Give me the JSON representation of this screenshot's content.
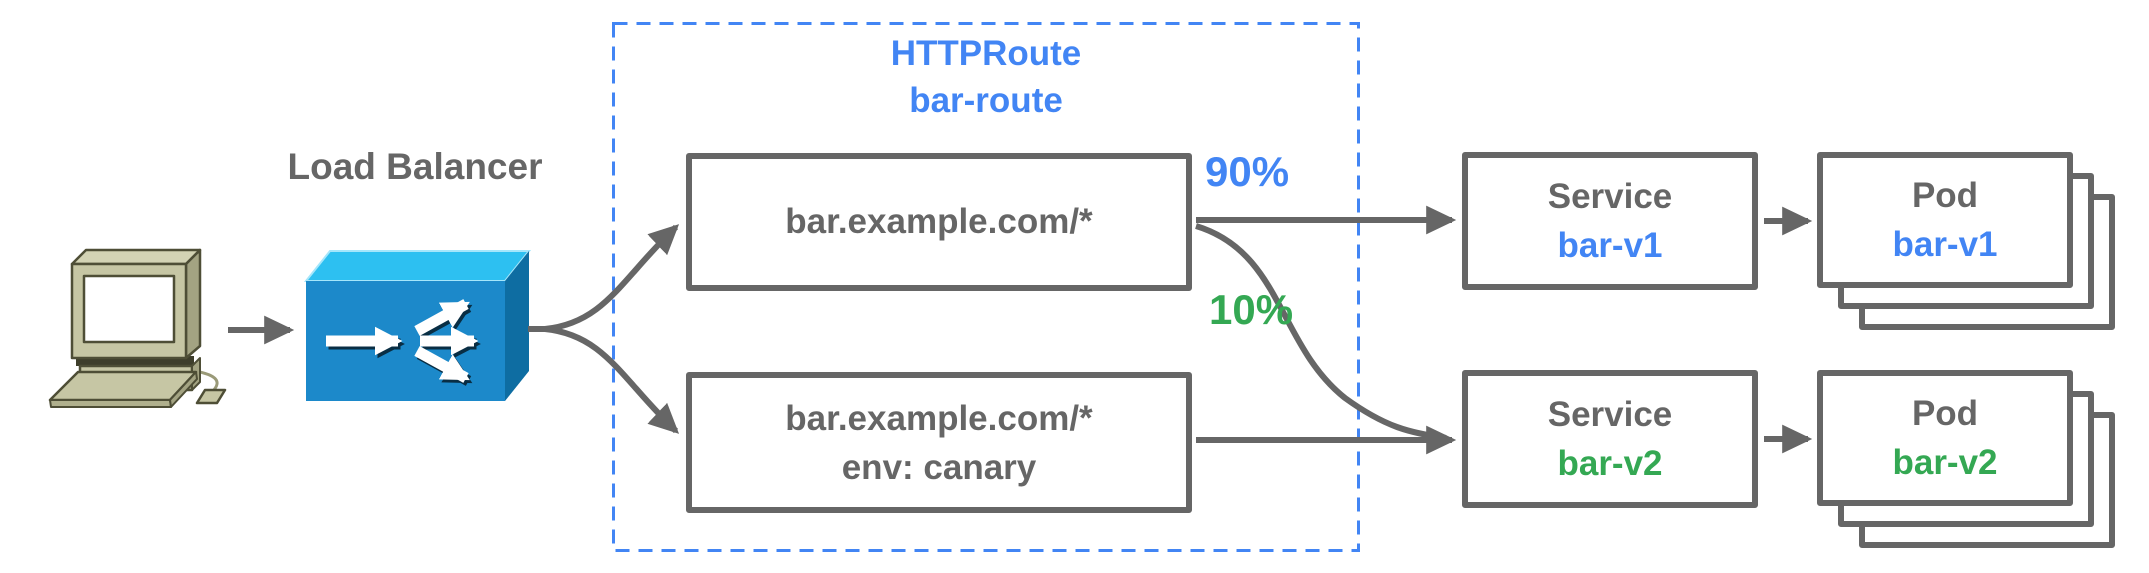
{
  "client": {
    "icon": "desktop-computer-icon"
  },
  "load_balancer": {
    "label": "Load Balancer",
    "icon": "load-balancer-fanout-icon"
  },
  "httproute": {
    "title": "HTTPRoute",
    "name": "bar-route",
    "rules": [
      {
        "match": "bar.example.com/*"
      },
      {
        "match": "bar.example.com/*",
        "header": "env: canary"
      }
    ]
  },
  "weights": {
    "primary": "90%",
    "canary": "10%"
  },
  "services": [
    {
      "kind": "Service",
      "name": "bar-v1",
      "color": "#4285F4"
    },
    {
      "kind": "Service",
      "name": "bar-v2",
      "color": "#34A853"
    }
  ],
  "pods": [
    {
      "kind": "Pod",
      "name": "bar-v1",
      "color": "#4285F4"
    },
    {
      "kind": "Pod",
      "name": "bar-v2",
      "color": "#34A853"
    }
  ],
  "colors": {
    "line_gray": "#666666",
    "blue": "#4285F4",
    "green": "#34A853",
    "dashed_border": "#4285F4",
    "lb_top": "#2DC0F1",
    "lb_front": "#1C89CA",
    "lb_side": "#0E6DA2",
    "computer_body": "#C6C6A4",
    "computer_outline": "#4E4E36"
  }
}
